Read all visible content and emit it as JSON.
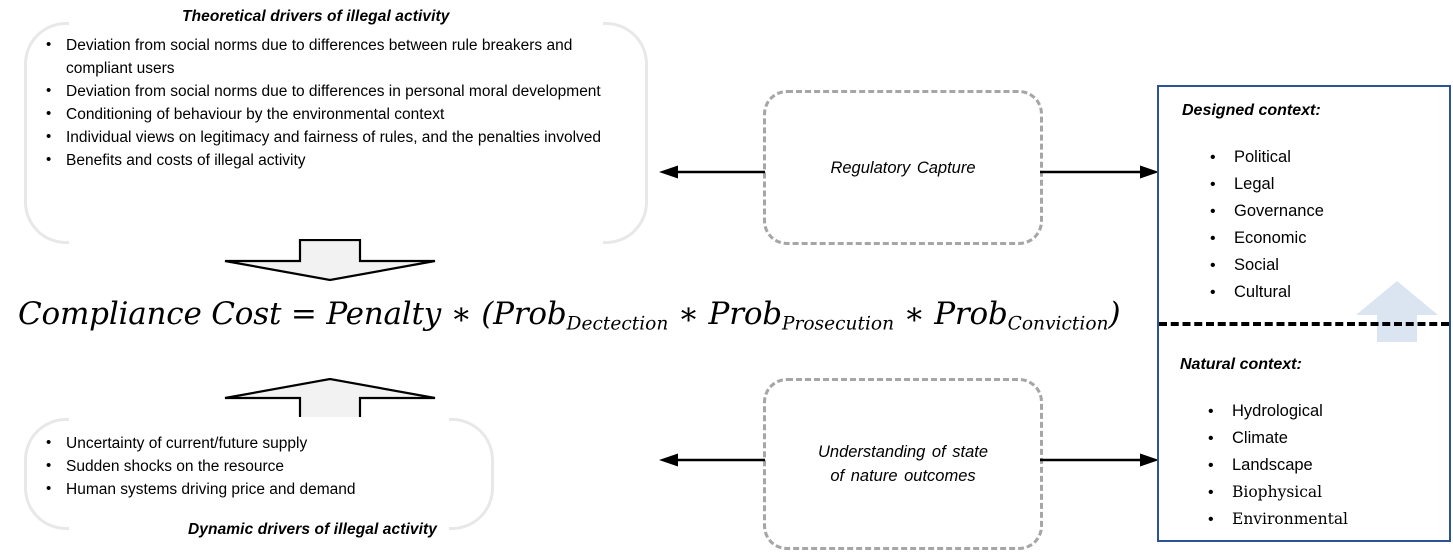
{
  "theoretical_panel": {
    "title": "Theoretical drivers of illegal activity",
    "bullets": [
      "Deviation from social norms due to differences between rule breakers and compliant users",
      "Deviation from social norms due to differences in personal moral development",
      "Conditioning of behaviour by the environmental context",
      "Individual views on legitimacy and fairness of rules, and the penalties involved",
      "Benefits and costs of illegal activity"
    ]
  },
  "dynamic_panel": {
    "title": "Dynamic drivers of illegal activity",
    "bullets": [
      "Uncertainty of current/future supply",
      "Sudden shocks on the resource",
      "Human systems driving price and demand"
    ]
  },
  "equation": {
    "lhs": "Compliance Cost",
    "equals": "=",
    "penalty": "Penalty",
    "times1": "∗",
    "open_paren": "(",
    "prob1_base": "Prob",
    "prob1_sub": "Dectection",
    "times2": "∗",
    "prob2_base": "Prob",
    "prob2_sub": "Prosecution",
    "times3": "∗",
    "prob3_base": "Prob",
    "prob3_sub": "Conviction",
    "close_paren": ")"
  },
  "middle_boxes": [
    {
      "label_line1": "Regulatory  Capture",
      "label_line2": ""
    },
    {
      "label_line1": "Understanding  of state",
      "label_line2": "of nature outcomes"
    }
  ],
  "designed_context": {
    "title": "Designed context:",
    "items": [
      "Political",
      "Legal",
      "Governance",
      "Economic",
      "Social",
      "Cultural"
    ]
  },
  "natural_context": {
    "title": "Natural context:",
    "items": [
      "Hydrological",
      "Climate",
      "Landscape",
      "Biophysical",
      "Environmental"
    ]
  },
  "colors": {
    "bracket_grey": "#e8e8e8",
    "dashbox_grey": "#a6a6a6",
    "context_border_blue": "#2e5395",
    "blue_arrow_fill": "#dbe5f1",
    "block_arrow_fill": "#f2f2f2",
    "arrow_black": "#000000"
  }
}
